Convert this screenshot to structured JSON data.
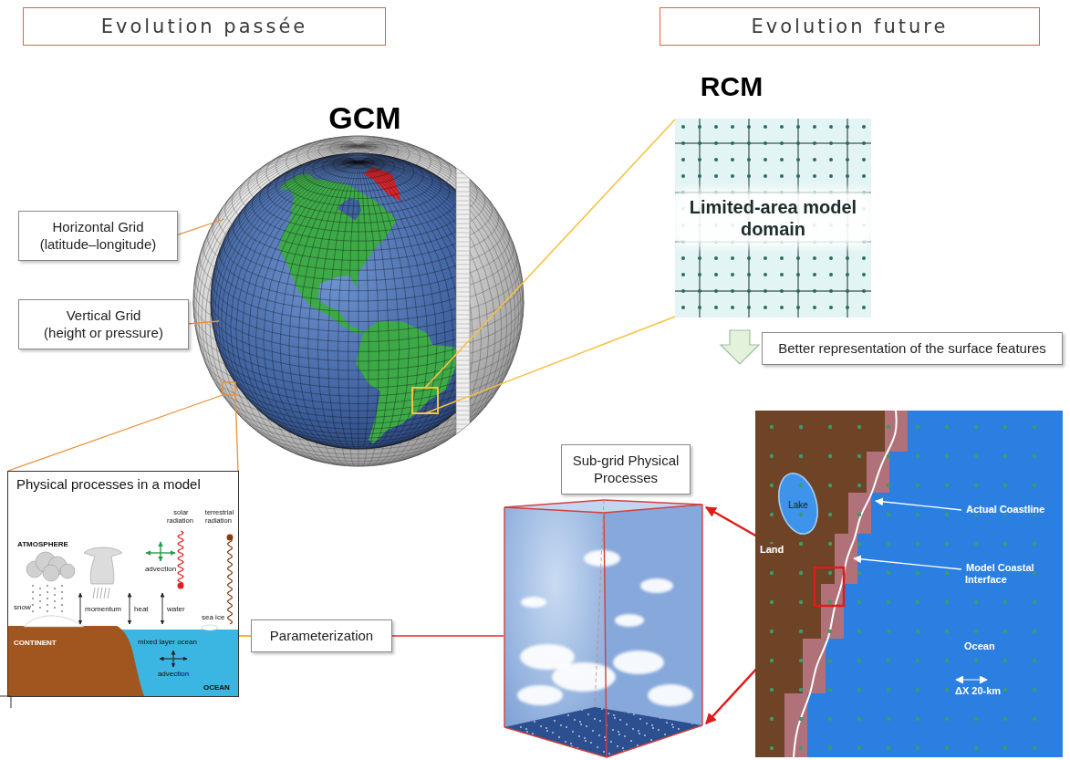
{
  "diagram": {
    "nodes": [
      {
        "text": [
          "Evolution passée"
        ]
      },
      {
        "text": [
          "Evolution future"
        ]
      },
      {
        "text": [
          "Horizontal Grid (latitude–longitude)"
        ]
      },
      {
        "text": [
          "Vertical Grid (height or pressure)"
        ]
      },
      {
        "text": [
          "Limited-area model domain"
        ]
      },
      {
        "text": [
          "Better representation of the surface features"
        ]
      },
      {
        "text": [
          "Sub-grid Physical Processes"
        ]
      },
      {
        "text": [
          "Physical processes in a model"
        ]
      },
      {
        "text": [
          "Parameterization"
        ]
      }
    ],
    "edges": [
      {
        "from": 8,
        "to": 7,
        "arrow": "none"
      }
    ],
    "labels": [
      "GCM",
      "RCM",
      "solar radiation",
      "terrestrial radiation",
      "ATMOSPHERE",
      "advection",
      "snow",
      "momentum",
      "heat",
      "water",
      "sea ice",
      "CONTINENT",
      "mixed layer ocean",
      "advection",
      "OCEAN",
      "Lake",
      "Land",
      "Actual Coastline",
      "Model Coastal Interface",
      "Ocean",
      "ΔX 20-km"
    ]
  }
}
